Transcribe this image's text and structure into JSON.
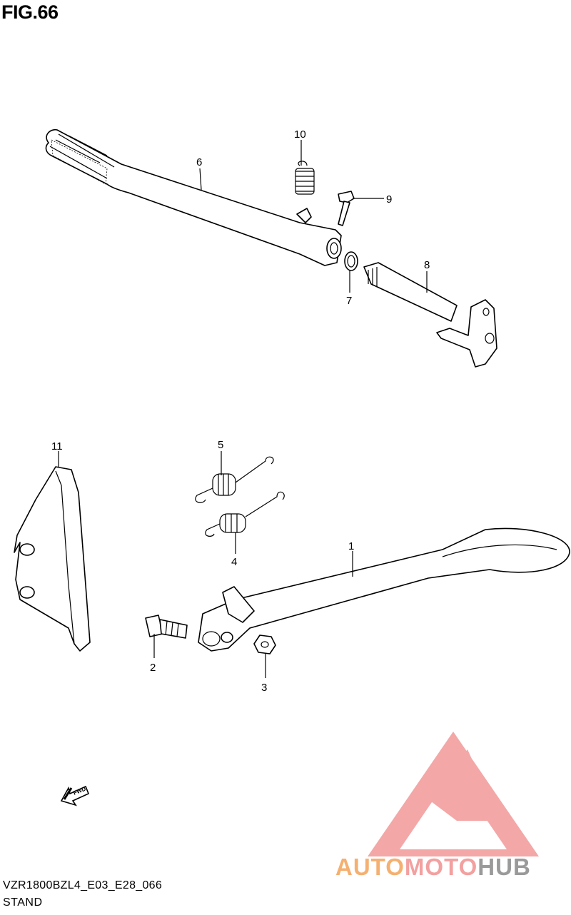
{
  "figure": {
    "title": "FIG.66",
    "code": "VZR1800BZL4_E03_E28_066",
    "name": "STAND",
    "fwd_label": "FWD"
  },
  "callouts": [
    "1",
    "2",
    "3",
    "4",
    "5",
    "6",
    "7",
    "8",
    "9",
    "10",
    "11"
  ],
  "watermark": {
    "part1": "AUTO",
    "part2": "MOTO",
    "part3": "HUB",
    "colors": {
      "auto": "#f5b070",
      "moto": "#f3a0a0",
      "hub": "#9a9a9a",
      "logo": "#f08a8a"
    }
  }
}
